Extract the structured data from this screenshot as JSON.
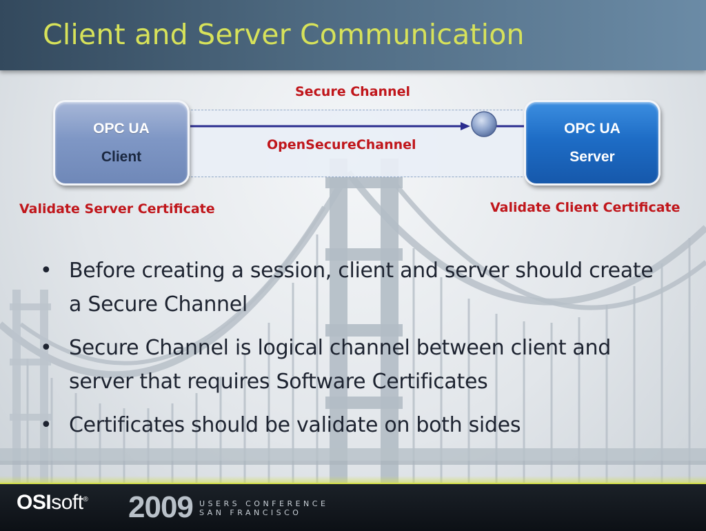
{
  "header": {
    "title": "Client and Server Communication"
  },
  "diagram": {
    "channel_label": "Secure Channel",
    "message_label": "OpenSecureChannel",
    "client": {
      "line1": "OPC UA",
      "line2": "Client"
    },
    "server": {
      "line1": "OPC UA",
      "line2": "Server"
    },
    "client_note": "Validate Server Certificate",
    "server_note": "Validate Client Certificate",
    "colors": {
      "label_red": "#c0161b",
      "arrow": "#2a2c8f",
      "server_blue": "#1e6dc6",
      "client_blue": "#7f97c5"
    }
  },
  "bullets": [
    {
      "text": "Before creating a session, client and server should create a Secure Channel"
    },
    {
      "text": "Secure Channel is logical channel between client and server that requires Software Certificates"
    },
    {
      "text": "Certificates should be validate on both sides"
    }
  ],
  "footer": {
    "brand_bold": "OSI",
    "brand_light": "soft",
    "registered": "®",
    "year": "2009",
    "conference_line1": "USERS CONFERENCE",
    "conference_line2": "SAN FRANCISCO",
    "accent_color": "#d4df4b"
  }
}
